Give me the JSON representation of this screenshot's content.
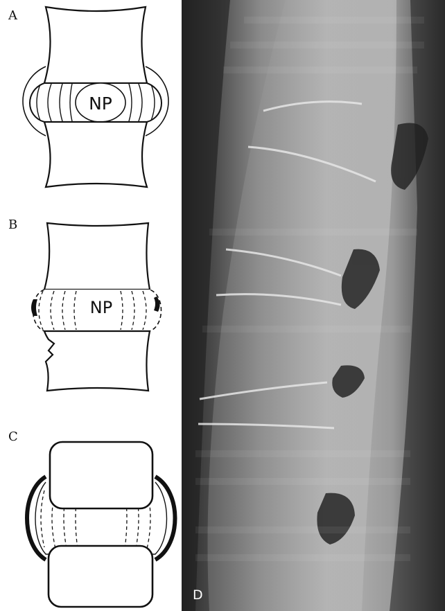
{
  "panels": [
    {
      "letter": "A",
      "disc_label": "NP"
    },
    {
      "letter": "B",
      "disc_label": "NP"
    },
    {
      "letter": "C"
    },
    {
      "letter": "D"
    }
  ],
  "colors": {
    "line": "#111111",
    "paper": "#ffffff",
    "xray_light": "#d8d8d8",
    "xray_dark": "#1a1a1a"
  }
}
